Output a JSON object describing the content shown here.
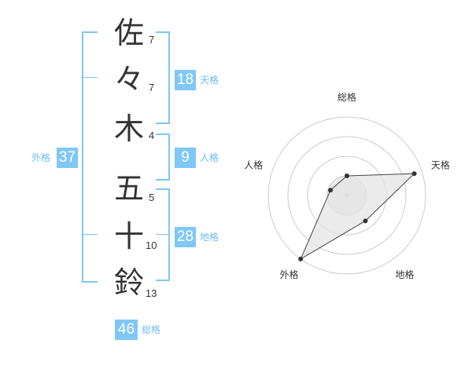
{
  "characters": [
    {
      "char": "佐",
      "strokes": "7"
    },
    {
      "char": "々",
      "strokes": "7"
    },
    {
      "char": "木",
      "strokes": "4"
    },
    {
      "char": "五",
      "strokes": "5"
    },
    {
      "char": "十",
      "strokes": "10"
    },
    {
      "char": "鈴",
      "strokes": "13"
    }
  ],
  "kakusu": {
    "tenkaku": {
      "value": "18",
      "label": "天格"
    },
    "jinkaku": {
      "value": "9",
      "label": "人格"
    },
    "chikaku": {
      "value": "28",
      "label": "地格"
    },
    "gaikaku": {
      "value": "37",
      "label": "外格"
    },
    "soukaku": {
      "value": "46",
      "label": "総格"
    }
  },
  "chart_data": {
    "type": "radar",
    "axes": [
      "総格",
      "天格",
      "地格",
      "外格",
      "人格"
    ],
    "values": [
      0.25,
      0.9,
      0.4,
      1.0,
      0.22
    ],
    "max": 1.0,
    "rings": 4,
    "colors": {
      "fill": "#e4e4e4",
      "stroke": "#444444",
      "grid": "#cccccc",
      "point": "#333333"
    }
  },
  "colors": {
    "accent": "#7fc7f7",
    "accent_text": "#6cbcef"
  }
}
